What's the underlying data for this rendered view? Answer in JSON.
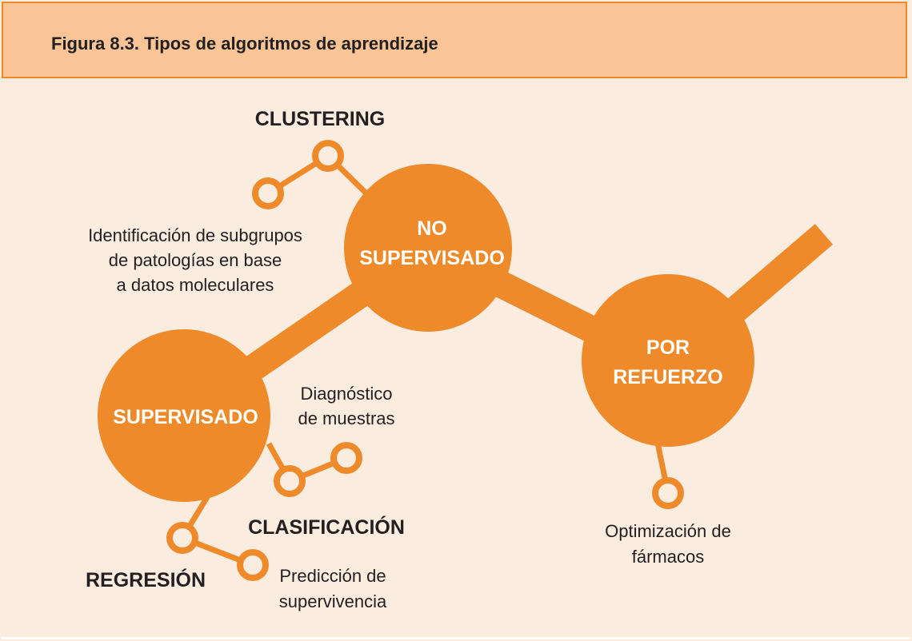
{
  "header": {
    "title": "Figura 8.3.  Tipos de algoritmos de aprendizaje"
  },
  "nodes": {
    "no_supervisado": {
      "line1": "NO",
      "line2": "SUPERVISADO"
    },
    "supervisado": {
      "line1": "SUPERVISADO"
    },
    "por_refuerzo": {
      "line1": "POR",
      "line2": "REFUERZO"
    }
  },
  "categories": {
    "clustering": "CLUSTERING",
    "clasificacion": "CLASIFICACIÓN",
    "regresion": "REGRESIÓN"
  },
  "descriptions": {
    "clustering": [
      "Identificación de subgrupos",
      "de patologías en base",
      "a datos moleculares"
    ],
    "clasificacion": [
      "Diagnóstico",
      "de muestras"
    ],
    "regresion": [
      "Predicción de",
      "supervivencia"
    ],
    "refuerzo": [
      "Optimización de",
      "fármacos"
    ]
  },
  "colors": {
    "accent": "#ee8a2a",
    "header_bg": "#f9c597",
    "page_bg": "#fbece0",
    "text": "#231f20"
  }
}
